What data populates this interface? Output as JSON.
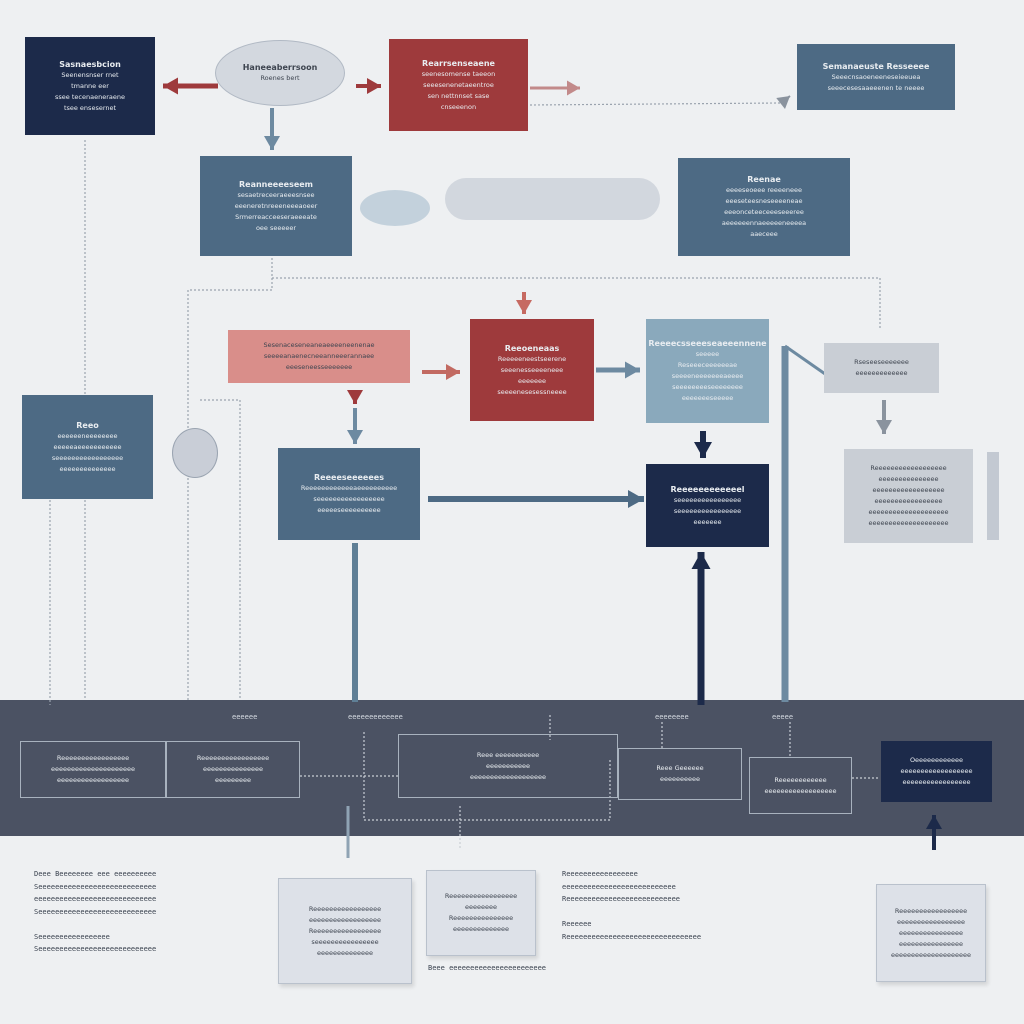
{
  "colors": {
    "navy": "#1c2a4a",
    "slate": "#4d6a84",
    "crimson": "#9e3a3c",
    "salmon": "#d98e8a",
    "steel": "#8aa9bc",
    "gray": "#c9ced5",
    "band": "#4b5263",
    "background": "#eef0f2"
  },
  "nodes": [
    {
      "id": "n1",
      "style": "navy",
      "lines": [
        "Sasnaesbcion",
        "Seenensnser rnet",
        "tmanne eer",
        "ssee tecenaeneraene",
        "tsee ensesernet"
      ]
    },
    {
      "id": "n2",
      "style": "bubble",
      "lines": [
        "Haneeaberrsoon",
        "Roenes bert"
      ]
    },
    {
      "id": "n3",
      "style": "crimson",
      "lines": [
        "Rearrsenseaene",
        "seenesomense taeeon",
        "seeesenenetaeentroe",
        "sen nettnnset sase",
        "cnseeenon"
      ]
    },
    {
      "id": "n4",
      "style": "slate",
      "lines": [
        "Semanaeuste Resseeee",
        "Seeecnsaoeneeneseieeuea",
        "seeecesesaaeeenen te neeee"
      ]
    },
    {
      "id": "n5",
      "style": "slate",
      "lines": [
        "Reanneeeeseem",
        "sesaetreceeraeeesnsee",
        "eeeneretnreeeneeeaoeer",
        "Srmerreacceeseraeeeate",
        "oee seeeeer"
      ]
    },
    {
      "id": "n6",
      "style": "slate",
      "lines": [
        "Reenae",
        "eeeeseoeee reeeeneee",
        "eeeseteesneseeeeneae",
        "eeeonceteeceeeseeeree",
        "aeeeeeennaeeeeeneeeea",
        "aaeceee"
      ]
    },
    {
      "id": "n7",
      "style": "salmon",
      "lines": [
        "Sesenaceseneaneaeeeeneenenae",
        "seeeeanaenecneeanneeerannaee",
        "eeeseneesseeeeeee"
      ]
    },
    {
      "id": "n8",
      "style": "crimson",
      "lines": [
        "Reeoeneaas",
        "Reeeeeneestseerene",
        "seeenesseeeeneee",
        "eeeeeee",
        "seeeenesesessneeee"
      ]
    },
    {
      "id": "n9",
      "style": "steel",
      "lines": [
        "Reeeecsseeeseaeeennene",
        "seeeee",
        "Reseeeceeeeeeae",
        "seeeeneeeeeeeaeeee",
        "seeeeeeeeseeeeeeee",
        "eeeeeeeseeeee"
      ]
    },
    {
      "id": "n10",
      "style": "gray",
      "lines": [
        "Rseseeseeeeeee",
        "eeeeeeeeeeeee"
      ]
    },
    {
      "id": "n11",
      "style": "slate",
      "lines": [
        "Reeo",
        "eeeeeeneeeeeeee",
        "eeeeeaeeeeeeeeeee",
        "seeeeeeeeeeeeeeeee",
        "eeeeeeeeeeeeee"
      ]
    },
    {
      "id": "n12",
      "style": "slate",
      "lines": [
        "Reeeeseeeeees",
        "Reeeeeeeeeeeeaeeeeeeeeee",
        "seeeeeeeeeeeeeeeee",
        "eeeeeseeeeeeeeee"
      ]
    },
    {
      "id": "n13",
      "style": "navy",
      "lines": [
        "Reeeeeeeeeeeel",
        "seeeeeeeeeeeeeeee",
        "seeeeeeeeeeeeeeee",
        "eeeeeee"
      ]
    },
    {
      "id": "n14",
      "style": "gray",
      "lines": [
        "Reeeeeeeeeeeeeeeeee",
        "eeeeeeeeeeeeeee",
        "eeeeeeeeeeeeeeeeee",
        "eeeeeeeeeeeeeeeee",
        "eeeeeeeeeeeeeeeeeeee",
        "eeeeeeeeeeeeeeeeeeee"
      ]
    },
    {
      "id": "b1",
      "style": "outline",
      "lines": [
        "Reeeeeeeeeeeeeeeee",
        "eeeeeeeeeeeeeeeeeeeee",
        "eeeeeeeeeeeeeeeeee"
      ]
    },
    {
      "id": "b2",
      "style": "outline",
      "lines": [
        "Reeeeeeeeeeeeeeeee",
        "eeeeeeeeeeeeeee",
        "eeeeeeeee"
      ]
    },
    {
      "id": "b3",
      "style": "outline",
      "lines": [
        "Reee eeeeeeeeeee",
        "eeeeeeeeeee",
        "eeeeeeeeeeeeeeeeeee"
      ]
    },
    {
      "id": "b4",
      "style": "outline",
      "lines": [
        "Reee Geeeeee",
        "eeeeeeeeee"
      ]
    },
    {
      "id": "b5",
      "style": "outline",
      "lines": [
        "Reeeeeeeeeeee",
        "eeeeeeeeeeeeeeeeee"
      ]
    },
    {
      "id": "b6",
      "style": "navy",
      "lines": [
        "Oeeeeeeeeeeee",
        "eeeeeeeeeeeeeeeeee",
        "eeeeeeeeeeeeeeeee"
      ]
    },
    {
      "id": "g1",
      "style": "ghost",
      "lines": [
        "Reeeeeeeeeeeeeeeee",
        "eeeeeeeeeeeeeeeeee",
        "Reeeeeeeeeeeeeeeee",
        "seeeeeeeeeeeeeeee",
        "eeeeeeeeeeeeee"
      ]
    },
    {
      "id": "g2",
      "style": "ghost",
      "lines": [
        "Reeeeeeeeeeeeeeeee",
        "eeeeeeee",
        "Reeeeeeeeeeeeeee",
        "eeeeeeeeeeeeee"
      ]
    },
    {
      "id": "g3",
      "style": "ghost",
      "lines": [
        "Reeeeeeeeeeeeeeeee",
        "eeeeeeeeeeeeeeeee",
        "eeeeeeeeeeeeeeee",
        "eeeeeeeeeeeeeeee",
        "eeeeeeeeeeeeeeeeeeee"
      ]
    }
  ],
  "notes": [
    {
      "id": "note1",
      "lines": [
        "Deee Beeeeeeee eee eeeeeeeeee",
        "Seeeeeeeeeeeeeeeeeeeeeeeeeeee",
        "eeeeeeeeeeeeeeeeeeeeeeeeeeeee",
        "Seeeeeeeeeeeeeeeeeeeeeeeeeeee",
        "",
        "Seeeeeeeeeeeeeeeee",
        "Seeeeeeeeeeeeeeeeeeeeeeeeeeee"
      ]
    },
    {
      "id": "note2",
      "lines": [
        "Reeeeeeeeeeeeeeeee",
        "eeeeeeeeeeeeeeeeeeeeeeeeeee",
        "Reeeeeeeeeeeeeeeeeeeeeeeeeee",
        "",
        "Reeeeee",
        "Reeeeeeeeeeeeeeeeeeeeeeeeeeeeeeee"
      ]
    },
    {
      "id": "note3",
      "lines": [
        "Beee eeeeeeeeeeeeeeeeeeeeeee"
      ]
    }
  ],
  "band_tags": [
    "eeeeee",
    "eeeeeeeeeeeee",
    "eeeeeeee",
    "eeeee"
  ]
}
